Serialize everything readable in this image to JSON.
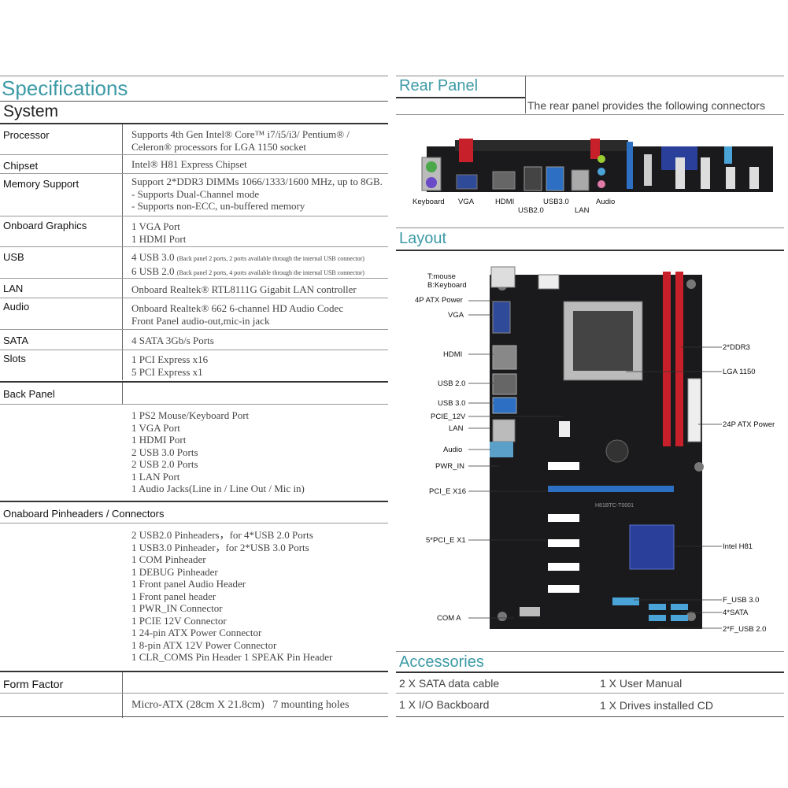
{
  "specs": {
    "title": "Specifications",
    "system_title": "System",
    "rows": {
      "processor": {
        "label": "Processor",
        "lines": [
          "Supports 4th Gen Intel® Core™ i7/i5/i3/ Pentium® /",
          "Celeron® processors for LGA 1150 socket"
        ]
      },
      "chipset": {
        "label": "Chipset",
        "lines": [
          "Intel® H81 Express Chipset"
        ]
      },
      "memory": {
        "label": "Memory Support",
        "lines": [
          "Support 2*DDR3 DIMMs 1066/1333/1600 MHz, up to 8GB.",
          "- Supports Dual-Channel mode",
          "- Supports non-ECC, un-buffered memory"
        ]
      },
      "graphics": {
        "label": "Onboard Graphics",
        "lines": [
          "1  VGA Port",
          "1  HDMI Port"
        ]
      },
      "usb": {
        "label": "USB",
        "line1_main": "4 USB 3.0 ",
        "line1_note": "(Back panel 2 ports, 2 ports available through the internal USB connector)",
        "line2_main": "6 USB 2.0 ",
        "line2_note": "(Back panel 2 ports, 4 ports available through the internal USB connector)"
      },
      "lan": {
        "label": "LAN",
        "lines": [
          "Onboard Realtek® RTL8111G Gigabit LAN controller"
        ]
      },
      "audio": {
        "label": "Audio",
        "lines": [
          "Onboard Realtek® 662 6-channel HD Audio Codec",
          "Front Panel audio-out,mic-in jack"
        ]
      },
      "sata": {
        "label": "SATA",
        "lines": [
          "4 SATA  3Gb/s Ports"
        ]
      },
      "slots": {
        "label": "Slots",
        "lines": [
          "1  PCI Express x16",
          "5  PCI Express x1"
        ]
      }
    },
    "back_panel": {
      "label": "Back Panel",
      "lines": [
        "1  PS2 Mouse/Keyboard Port",
        "1  VGA Port",
        "1  HDMI Port",
        "2  USB 3.0 Ports",
        "2  USB 2.0 Ports",
        "1  LAN Port",
        "1  Audio Jacks(Line in / Line Out / Mic in)"
      ]
    },
    "pinheaders": {
      "label": "Onaboard Pinheaders / Connectors",
      "lines": [
        "2  USB2.0 Pinheaders，for 4*USB 2.0 Ports",
        "1  USB3.0 Pinheader，for 2*USB 3.0 Ports",
        "1  COM Pinheader",
        "1  DEBUG Pinheader",
        "1  Front panel Audio Header",
        "1  Front panel header",
        "1  PWR_IN Connector",
        "1  PCIE 12V Connector",
        "1  24-pin ATX Power Connector",
        "1  8-pin ATX 12V Power Connector",
        "1  CLR_COMS Pin Header        1  SPEAK Pin Header"
      ]
    },
    "form_factor": {
      "label": "Form Factor",
      "value_main": "Micro-ATX (28cm X 21.8cm)",
      "value_extra": "7 mounting holes"
    }
  },
  "rear_panel": {
    "title": "Rear Panel",
    "description": "The rear panel provides the following connectors",
    "labels": {
      "keyboard": "Keyboard",
      "vga": "VGA",
      "hdmi": "HDMI",
      "usb20": "USB2.0",
      "usb30": "USB3.0",
      "lan": "LAN",
      "audio": "Audio"
    }
  },
  "layout": {
    "title": "Layout",
    "left_labels": {
      "mouse": "T:mouse",
      "keyboard": "B:Keyboard",
      "atx4p": "4P ATX Power",
      "vga": "VGA",
      "hdmi": "HDMI",
      "usb20": "USB 2.0",
      "usb30": "USB 3.0",
      "pcie12v": "PCIE_12V",
      "lan": "LAN",
      "audio": "Audio",
      "pwrin": "PWR_IN",
      "pcie16": "PCI_E X16",
      "pcie1": "5*PCI_E X1",
      "com": "COM A"
    },
    "right_labels": {
      "ddr3": "2*DDR3",
      "lga": "LGA 1150",
      "atx24p": "24P ATX Power",
      "h81": "Intel H81",
      "fusb30": "F_USB 3.0",
      "sata": "4*SATA",
      "fusb20": "2*F_USB 2.0"
    },
    "board_label": "H81BTC-T0001"
  },
  "accessories": {
    "title": "Accessories",
    "items": [
      "2 X SATA  data cable",
      "1  X User Manual",
      "1 X I/O  Backboard",
      "1  X Drives installed CD"
    ]
  },
  "colors": {
    "accent": "#3c9aa6",
    "pcb": "#1a1a1c",
    "dimm": "#c8202a",
    "pcie16": "#2d6fc2"
  }
}
